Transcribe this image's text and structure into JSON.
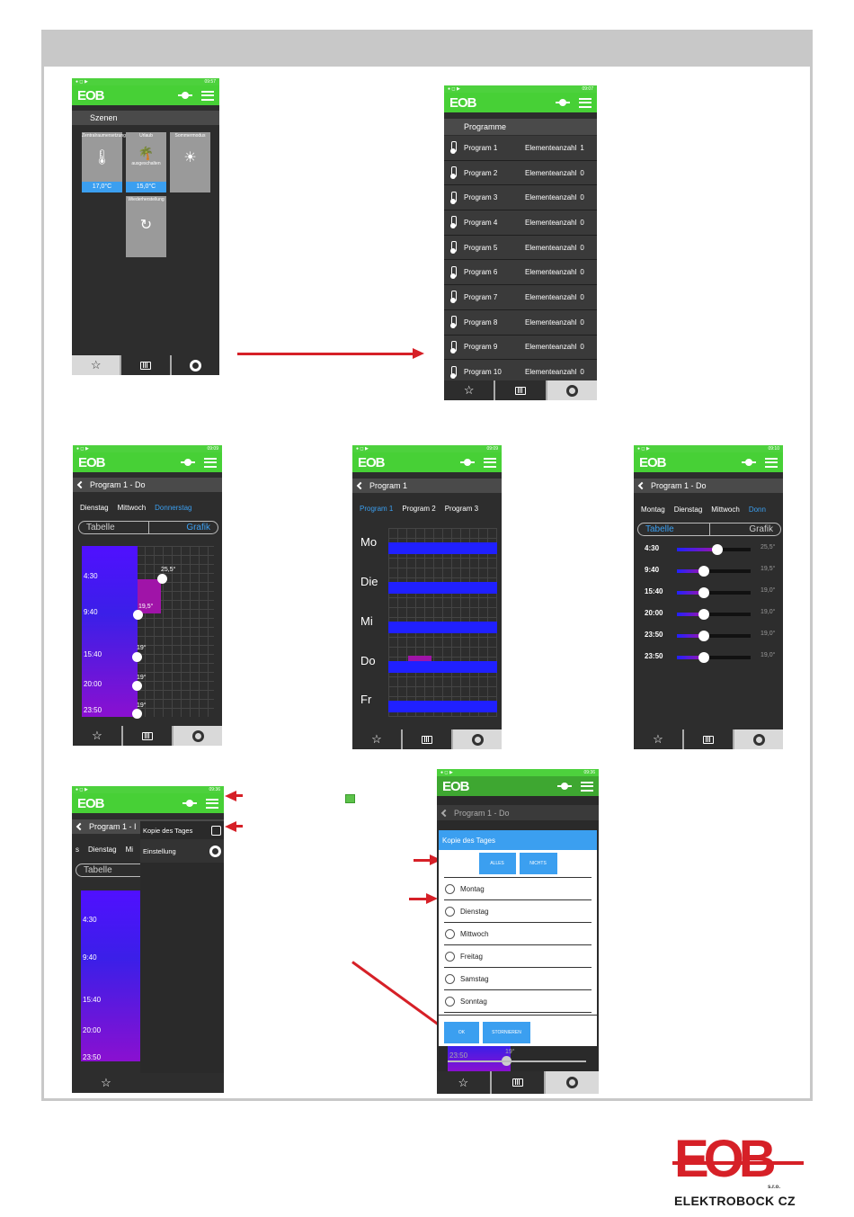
{
  "app": {
    "logo": "EOB",
    "status_time_1": "09:57",
    "status_time_2": "09:07",
    "status_time_3": "09:09",
    "status_time_4": "09:09",
    "status_time_5": "09:10",
    "status_time_6": "09:36",
    "status_time_7": "09:36"
  },
  "colors": {
    "accent_green": "#47d036",
    "accent_blue": "#3b9ff0",
    "dark_bg": "#2d2d2d",
    "arrow_red": "#d62027",
    "brand_red": "#d62027"
  },
  "nav_icons": [
    "star-icon",
    "radiator-icon",
    "gauge-icon"
  ],
  "screen1": {
    "subtitle": "Szenen",
    "tiles": [
      {
        "title": "Zentralraumersetzung",
        "value": "17,0°C"
      },
      {
        "title": "Urlaub",
        "caption": "ausgeschalten",
        "value": "15,0°C"
      },
      {
        "title": "Sommermodus"
      },
      {
        "title": "Wiederherstellung"
      }
    ]
  },
  "screen2": {
    "subtitle": "Programme",
    "column_label": "Elementeanzahl",
    "programs": [
      {
        "name": "Program 1",
        "count": "1"
      },
      {
        "name": "Program 2",
        "count": "0"
      },
      {
        "name": "Program 3",
        "count": "0"
      },
      {
        "name": "Program 4",
        "count": "0"
      },
      {
        "name": "Program 5",
        "count": "0"
      },
      {
        "name": "Program 6",
        "count": "0"
      },
      {
        "name": "Program 7",
        "count": "0"
      },
      {
        "name": "Program 8",
        "count": "0"
      },
      {
        "name": "Program 9",
        "count": "0"
      },
      {
        "name": "Program 10",
        "count": "0"
      }
    ]
  },
  "screen3": {
    "title": "Program 1 - Do",
    "tabs": [
      "Dienstag",
      "Mittwoch",
      "Donnerstag"
    ],
    "seg_left": "Tabelle",
    "seg_right": "Grafik",
    "times": [
      "4:30",
      "9:40",
      "15:40",
      "20:00",
      "23:50"
    ],
    "temps": [
      "25,5°",
      "19,5°",
      "19°",
      "19°",
      "19°"
    ]
  },
  "screen4": {
    "title": "Program 1",
    "tabs": [
      "Program 1",
      "Program 2",
      "Program 3"
    ],
    "days": [
      "Mo",
      "Die",
      "Mi",
      "Do",
      "Fr"
    ]
  },
  "screen5": {
    "title": "Program 1 - Do",
    "tabs": [
      "Montag",
      "Dienstag",
      "Mittwoch",
      "Donn"
    ],
    "seg_left": "Tabelle",
    "seg_right": "Grafik",
    "rows": [
      {
        "time": "4:30",
        "temp": "25,5°"
      },
      {
        "time": "9:40",
        "temp": "19,5°"
      },
      {
        "time": "15:40",
        "temp": "19,0°"
      },
      {
        "time": "20:00",
        "temp": "19,0°"
      },
      {
        "time": "23:50",
        "temp": "19,0°"
      },
      {
        "time": "23:50",
        "temp": "19,0°"
      }
    ]
  },
  "screen6": {
    "title": "Program 1 - I",
    "tabs": [
      "s",
      "Dienstag",
      "Mi"
    ],
    "seg_left": "Tabelle",
    "times": [
      "4:30",
      "9:40",
      "15:40",
      "20:00",
      "23:50"
    ],
    "menu": [
      "Kopie des Tages",
      "Einstellung"
    ]
  },
  "screen7": {
    "title": "Program 1 - Do",
    "dialog_title": "Kopie des Tages",
    "btn_all": "ALLES",
    "btn_none": "NICHTS",
    "days": [
      "Montag",
      "Dienstag",
      "Mittwoch",
      "Freitag",
      "Samstag",
      "Sonntag"
    ],
    "btn_ok": "OK",
    "btn_cancel": "STORNIEREN",
    "bottom_time": "23:50",
    "bottom_temp": "19°"
  },
  "brand": {
    "logo": "EOB",
    "suffix": "s.r.o.",
    "name": "ELEKTROBOCK CZ"
  }
}
